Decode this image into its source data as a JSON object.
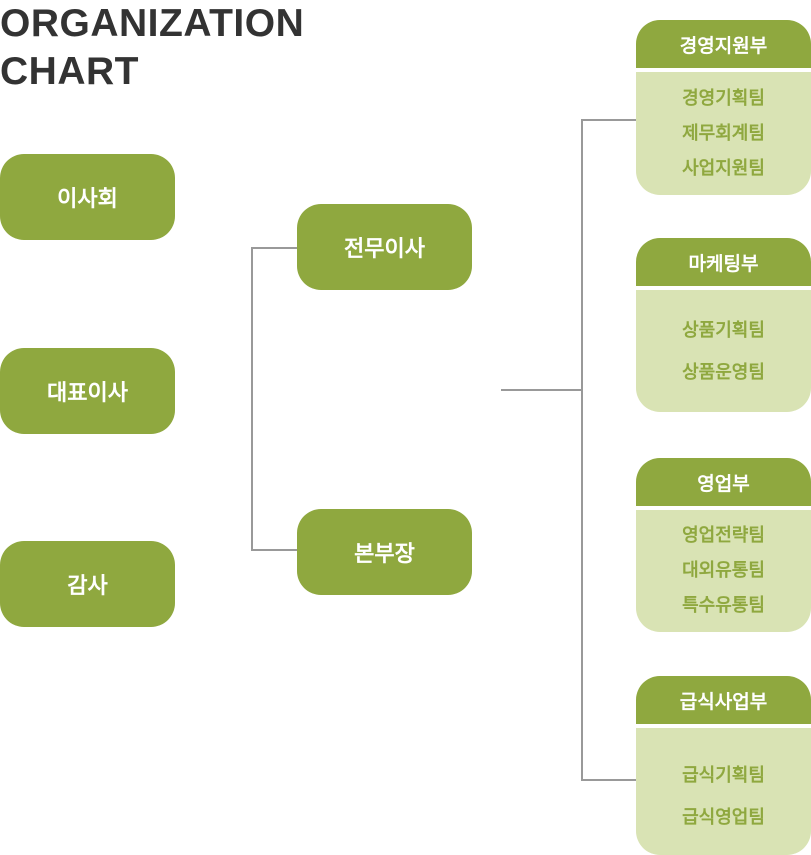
{
  "title": {
    "line1": "ORGANIZATION",
    "line2": "CHART"
  },
  "colors": {
    "primary": "#8fa83f",
    "light": "#d9e3b4",
    "line": "#999999",
    "title": "#333333"
  },
  "governance": [
    "이사회",
    "대표이사",
    "감사"
  ],
  "executives": [
    "전무이사",
    "본부장"
  ],
  "departments": [
    {
      "name": "경영지원부",
      "teams": [
        "경영기획팀",
        "제무회계팀",
        "사업지원팀"
      ]
    },
    {
      "name": "마케팅부",
      "teams": [
        "상품기획팀",
        "상품운영팀"
      ]
    },
    {
      "name": "영업부",
      "teams": [
        "영업전략팀",
        "대외유통팀",
        "특수유통팀"
      ]
    },
    {
      "name": "급식사업부",
      "teams": [
        "급식기획팀",
        "급식영업팀"
      ]
    }
  ]
}
